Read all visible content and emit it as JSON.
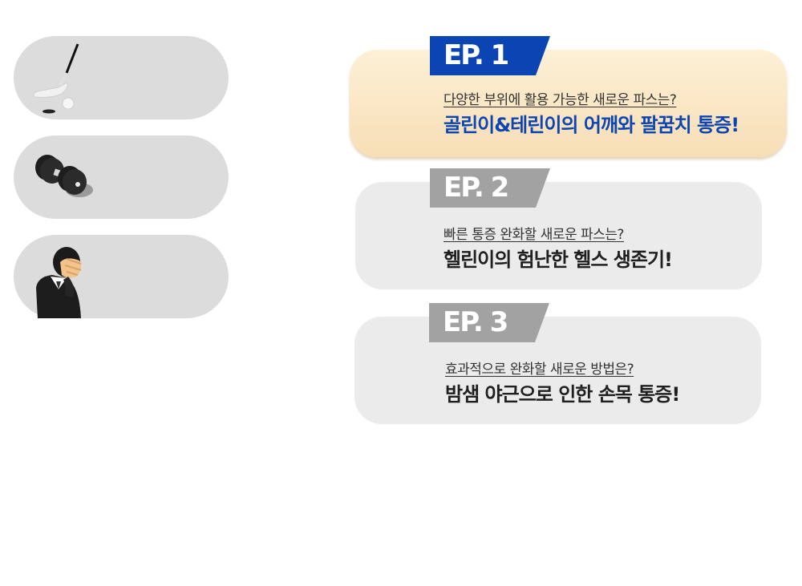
{
  "thumbnails": [
    {
      "icon": "golf-club-icon"
    },
    {
      "icon": "dumbbell-icon"
    },
    {
      "icon": "stressed-person-icon"
    }
  ],
  "episodes": [
    {
      "tag": "EP. 1",
      "question": "다양한 부위에 활용 가능한 새로운 파스는?",
      "headline": "골린이&테린이의 어깨와 팔꿈치 통증!",
      "active": true
    },
    {
      "tag": "EP. 2",
      "question": "빠른 통증 완화할 새로운 파스는?",
      "headline": "헬린이의 험난한 헬스 생존기!",
      "active": false
    },
    {
      "tag": "EP. 3",
      "question": "효과적으로 완화할 새로운 방법은?",
      "headline": "밤샘 야근으로 인한 손목 통증!",
      "active": false
    }
  ],
  "colors": {
    "accent_blue": "#0b44b3",
    "active_card_bg": "#f9e6c6",
    "inactive_card_bg": "#ebebeb",
    "inactive_tag": "#a2a2a2",
    "thumb_bg": "#dcdcdc"
  }
}
